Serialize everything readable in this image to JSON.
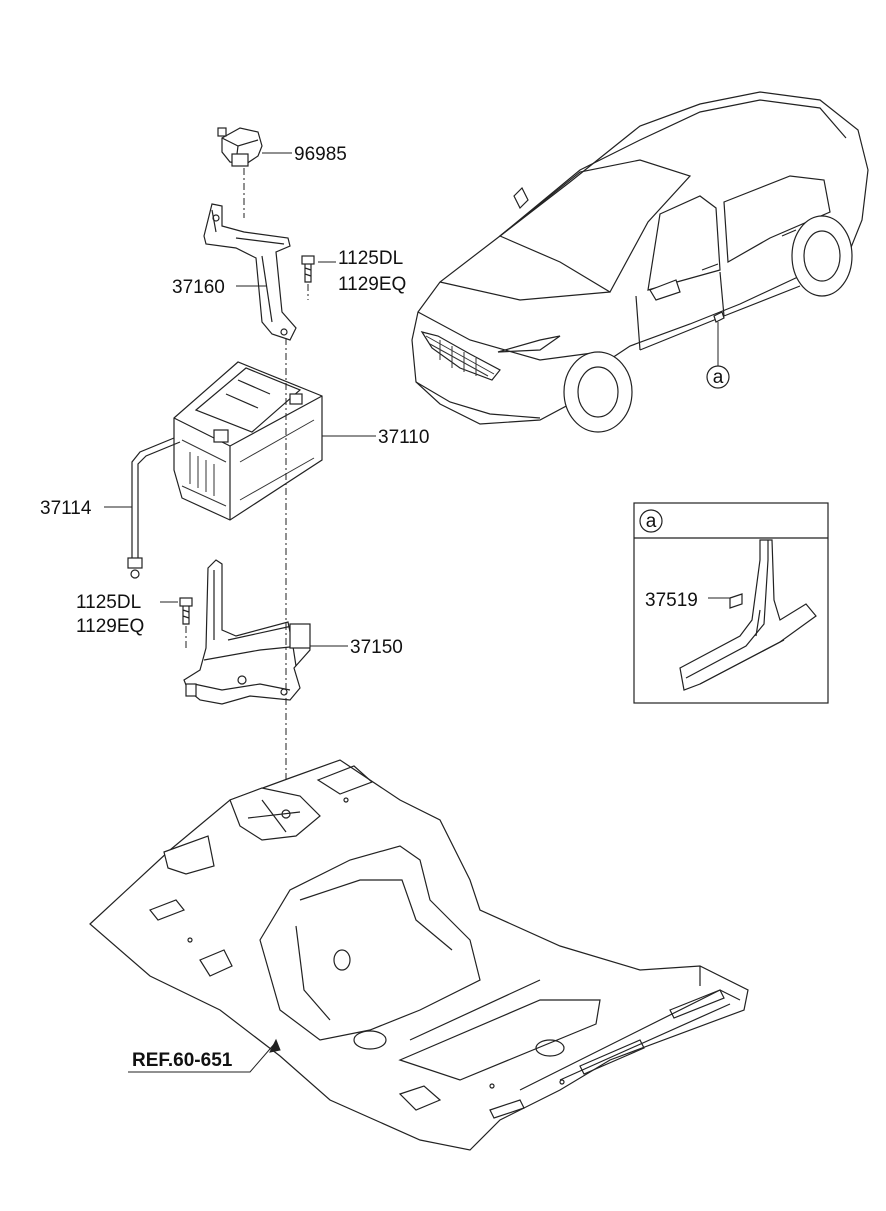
{
  "parts": {
    "relay": "96985",
    "bolt_top_a": "1125DL",
    "bolt_top_b": "1129EQ",
    "bracket": "37160",
    "battery": "37110",
    "sensor_cable": "37114",
    "bolt_bottom_a": "1125DL",
    "bolt_bottom_b": "1129EQ",
    "tray": "37150"
  },
  "callout": {
    "marker": "a",
    "box_marker": "a",
    "part": "37519"
  },
  "reference": "REF.60-651"
}
